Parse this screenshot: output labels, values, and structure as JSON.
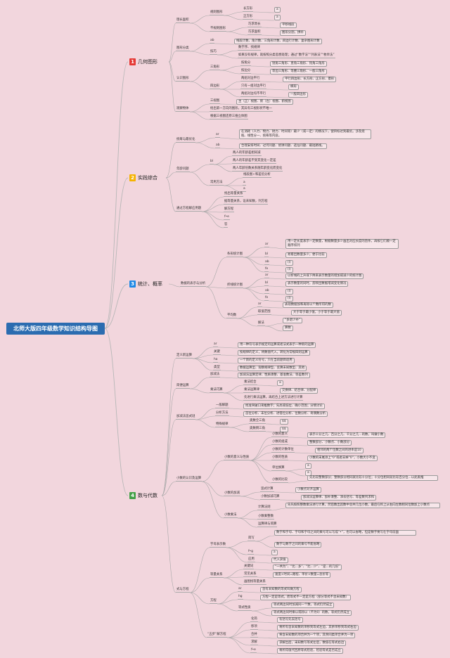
{
  "title": "北师大版四年级数学知识结构导图",
  "branches": [
    {
      "num": "1",
      "color": "#e53935",
      "label": "几何图形"
    },
    {
      "num": "2",
      "color": "#f5b301",
      "label": "实践综合"
    },
    {
      "num": "3",
      "color": "#1e88e5",
      "label": "统计、概率"
    },
    {
      "num": "4",
      "color": "#43a047",
      "label": "数与代数"
    }
  ],
  "nodes": {
    "g1": "理长面积",
    "g1a": "规则图形",
    "g1a1": "长方形",
    "g1a1x": "a",
    "g1a2": "正方形",
    "g1a2x": "a",
    "g1b": "不规则图形",
    "g1b1": "巧求周长",
    "g1b1x": "平移线段",
    "g1b2": "巧求面积",
    "g1b2x": "图形分割，拼补",
    "g2": "图形分类",
    "g2a": "ab",
    "g2ax": "线段计数、角计数、三角形计数、四边行计数、复杂图形计数",
    "g2b": "技巧",
    "g2b1": "数字序、找规律",
    "g2b2": "如果没有规律，就按照分类思想处理；通过“数字法”“列表法”“枚举法”",
    "g3": "认识图形",
    "g3a": "三角形",
    "g3a1": "按角分",
    "g3a1x": "锐角三角形、直角三角形、钝角三角形",
    "g3a2": "按边分",
    "g3a2x": "等边三角形、等腰三角形、一般三角形",
    "g3b": "四边形",
    "g3b1": "两组对边平行",
    "g3b1x": "平行四边形、长方形、正方形、菱形",
    "g3b2": "只有一组对边平行",
    "g3b2x": "梯形",
    "g3b3": "两组对边均不平行",
    "g3b3x": "一般四边形",
    "g4": "观察物体",
    "g4a": "三视图",
    "g4ax": "主（正）视图、俯（左）视图、俯视图",
    "g4b": "给出第一方向的图形，其异有三视形状不唯一",
    "g4c": "根据三视图还原三维立体图",
    "p1": "统筹与最优化",
    "p1a": "ar",
    "p1ax": "在消耗（人力、物力、财力、时间等）最少（或一定）的情况下，使目标达到最优。涉及烧瓶、线性分一、统筹等内容。",
    "p1b": "ab",
    "p1bx": "合理安排时间、过河问题、烙饼问题、选址问题、最短路线。",
    "p2": "年龄问题",
    "p2a": "bl",
    "p2a1": "两人的年龄差相同减",
    "p2a2": "两人的年龄差不受其变化—定差",
    "p2a3": "两人年龄倍数关系随年龄变化而变化",
    "p2b": "常用方法",
    "p2b1": "线段图+和差倍分析",
    "p2b2": "a",
    "p2b3": "a",
    "p3": "通过方程解应用题",
    "p3a": "找出等量关系",
    "p3b": "据等量关系，设未知数，列方程",
    "p3c": "解方程",
    "p3d": "f•e",
    "p3e": "答",
    "s0": "数据的表示与分析",
    "s1": "条形统计图",
    "s1a": "ar",
    "s1ax": "用一定长度表示一定数量，根据数量多少画出对应长度的直条，再按它们顺一定顺序排列",
    "s1b": "bl",
    "s1bx": "易看出数量多少，便于比较",
    "s1c": "ab",
    "s1cx": "(I)",
    "s1d": "fe",
    "s1dx": "(I)",
    "s2": "折线统计图",
    "s2a": "ar",
    "s2ax": "以折线的上升或下降来表示数量的增加或减少的统计图",
    "s2b": "bl",
    "s2bx": "表示数量的同时，反映出数据增减变化情况",
    "s2c": "ab",
    "s2cx": "(I)",
    "s2d": "fe",
    "s2dx": "(I)",
    "s3": "平均数",
    "s3a": "ar",
    "s3ax": "表现数据加和再除以个数所得的数",
    "s3b": "取值范围",
    "s3bx": "大于等于最小值，小于等于最大值",
    "s3c": "解法",
    "s3c1": "“多退少补”",
    "s3c2": "算数",
    "a1": "定义新运算",
    "a1a": "ar",
    "a1ax": "用一种符号表示规定的运算或者法式表示一种新的运算",
    "a1b": "关键",
    "a1bx": "按规律的定义，将数值代入，转化为常规四则运算",
    "a1c": "ha",
    "a1cx": "一个新的定义符号，只在当前题目适用",
    "a1d": "类型",
    "a1dx": "数据运算型、观察规律型、反算未知数型、其他",
    "a2": "简便运算",
    "a2a": "加减法",
    "a2ax": "加减法运算定律、性质凑整、基准数法、等差数列",
    "a2b": "乘法巧算",
    "a2b1": "乘法结合",
    "a2b1x": "a",
    "a2b2": "乘法运算律",
    "a2b2x": "交换律、结合律、分配律",
    "a2b3": "先进行乘法运算，再结合上述方法进行计算",
    "a3": "加减法竖式谜",
    "a3a": "一般解题",
    "a3ax": "找准突破口来推数字；先高或低位、确小范围；分情讨论",
    "a3b": "分析方法",
    "a3bx": "首位分析、末位分析、进借位分析、位数分析、奇偶数分析",
    "a3c": "特殊规律",
    "a3c1": "奥数全三角",
    "a3c1x": "$$",
    "a3c2": "奥数倒三角",
    "a3c2x": "$$",
    "a4": "小数的认识及运算",
    "a4a": "小数的意义与性质",
    "a4a1": "小数的意义",
    "a4a1x": "表示十分之几、百分之几、千分之几…的数，叫做小数",
    "a4a2": "小数的组成",
    "a4a2x": "整数部分、小数点、小数部分",
    "a4a3": "小数的计数单位",
    "a4a3x": "相邻的两个位数之间的进率是10",
    "a4a4": "小数的性质",
    "a4a4x": "小数的末尾添上“0”或者去掉“0”，小数大小不变",
    "a4a5": "单位换算",
    "a4a5x": "a",
    "a4a5y": "a",
    "a4a6": "小数的比较",
    "a4a6x": "先比较整数部分；整数部分相同就比较十分位；十分位相同就比较百分位…以此类推",
    "a4b": "小数的加减",
    "a4b1": "竖式计算",
    "a4b1x": "小数点对齐运算",
    "a4b2": "小数加减巧算",
    "a4b2x": "加减法运算律、加补凑整、添去括号、等差数列求和",
    "a4c": "小数乘法",
    "a4c1": "计算法则",
    "a4c1x": "先先按照整数乘法进行计算，然后数出因数中总共几位小数，最后在积上从右向左数相同位数加上小数点",
    "a4c2": "小数乘整数",
    "a4c3": "运算律与简算",
    "a5": "式与方程",
    "a5a": "字母表示数",
    "a5a1": "简写",
    "a5a1x": "数字和字母、字母和字母之间的乘号可以写成“•”，也可以省略，但是数字要写在字母前面",
    "a5a1y": "数字与数字之间的乘号不能省略",
    "a5a2": "f•g",
    "a5a2x": "a",
    "a5a3": "应用",
    "a5a3x": "代入求值",
    "a5b": "等量关系",
    "a5b1": "关键词",
    "a5b1x": "“一共为”、“比...多”、“比...少”、“是...的几倍”",
    "a5b2": "常见关系",
    "a5b2x": "速度×时间=路程、单价×数量=总价等",
    "a5b3": "画图找等量关系",
    "a5c": "方程",
    "a5c1": "ar",
    "a5c1x": "含有未知数的等式叫做方程",
    "a5c2": "hg",
    "a5c2x": "方程一定是等式，而等式不一定是方程（部分等式不含未知数）",
    "a5c3": "等式性质",
    "a5c3x": "等式两边同时加减同一个数，等式仍然成立",
    "a5c3y": "等式两边同时乘以或除以（不为0）的数，等式仍然成立",
    "a5d": "“五步”解方程",
    "a5d1": "化简",
    "a5d1x": "有括号先去括号",
    "a5d2": "移项",
    "a5d2x": "将所有含未知数的项移到等式左边，其余项移到等式右边",
    "a5d3": "合并",
    "a5d3x": "将含未知数的项合并为一个项，其余同类项合并为一项",
    "a5d4": "求解",
    "a5d4x": "求解出后，未知数写等式左后，数值在等式右边",
    "a5d5": "f•e",
    "a5d5x": "将所得值代回原等式检验，检验等式是否成立"
  }
}
